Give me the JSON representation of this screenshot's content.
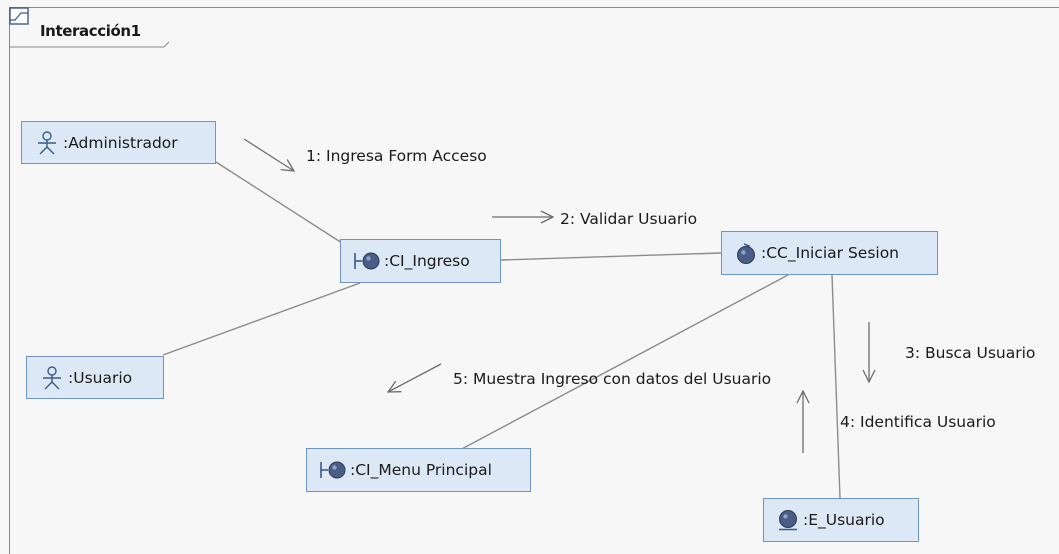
{
  "diagram": {
    "title": "Interacción1"
  },
  "nodes": {
    "administrador": ":Administrador",
    "usuario": ":Usuario",
    "ci_ingreso": ":CI_Ingreso",
    "cc_iniciar_sesion": ":CC_Iniciar Sesion",
    "ci_menu_principal": ":CI_Menu Principal",
    "e_usuario": ":E_Usuario"
  },
  "messages": {
    "m1": "1: Ingresa Form Acceso",
    "m2": "2: Validar Usuario",
    "m3": "3: Busca Usuario",
    "m4": "4: Identifica Usuario",
    "m5": "5: Muestra Ingreso con datos del Usuario"
  },
  "colors": {
    "node_fill": "#dce8f5",
    "node_border": "#6f95c4",
    "line": "#8c8c8c",
    "ball": "#4a5e85"
  }
}
